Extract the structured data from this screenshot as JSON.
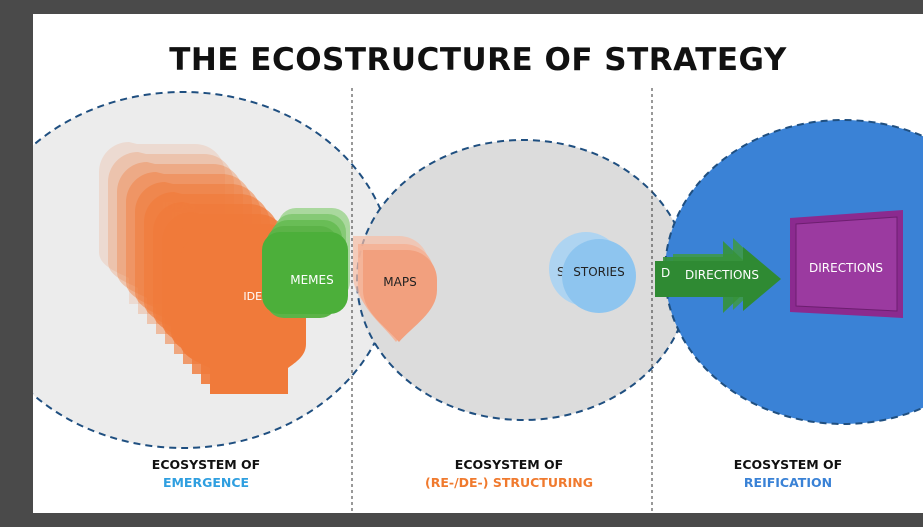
{
  "title": "THE ECOSTRUCTURE OF STRATEGY",
  "colors": {
    "ideas": "#f07a3a",
    "memes": "#4caf3a",
    "maps": "#f2a07e",
    "stories": "#8ec5ef",
    "directions_arrow": "#2f8a33",
    "directions_box": "#8b2a8f",
    "reification": "#3a82d6",
    "emergence": "#ececec",
    "structuring": "#dcdcdc",
    "emergence_text": "#2f9fe0",
    "structuring_text": "#f07a2e",
    "reification_text": "#3a82d6"
  },
  "shapes": {
    "ideas": "IDEAS",
    "memes": "MEMES",
    "maps": "MAPS",
    "stories": "STORIES",
    "directions_arrow": "DIRECTIONS",
    "directions_box": "DIRECTIONS"
  },
  "zones": [
    {
      "line1": "ECOSYSTEM OF",
      "line2": "EMERGENCE"
    },
    {
      "line1": "ECOSYSTEM OF",
      "line2": "(RE-/DE-) STRUCTURING"
    },
    {
      "line1": "ECOSYSTEM OF",
      "line2": "REIFICATION"
    }
  ]
}
